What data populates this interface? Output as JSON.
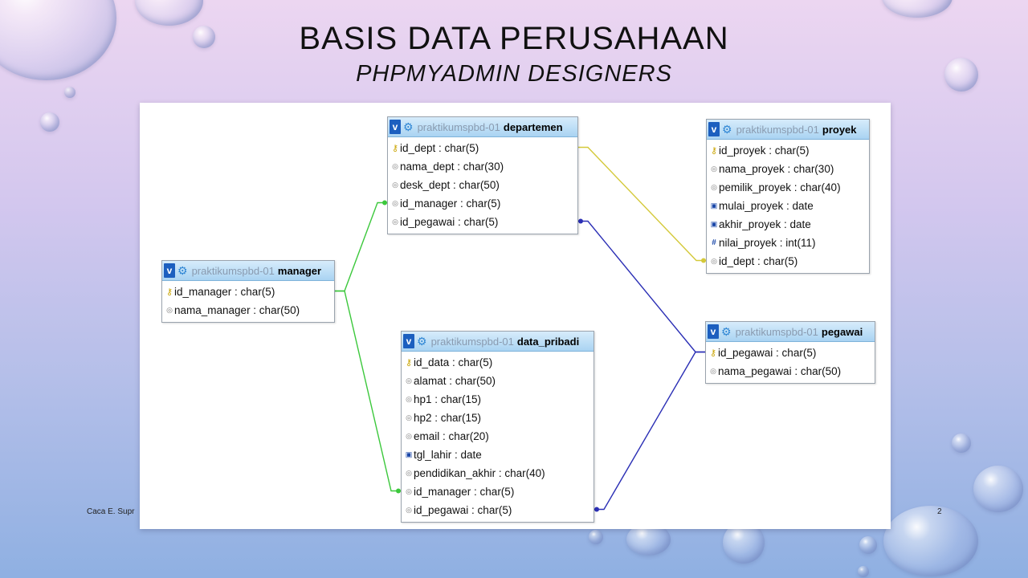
{
  "slide": {
    "title": "BASIS DATA PERUSAHAAN",
    "subtitle": "PHPMYADMIN DESIGNERS",
    "footer_author": "Caca E. Supr",
    "page_number": "2"
  },
  "designer": {
    "database": "praktikumspbd-01",
    "tables": [
      {
        "name": "departemen",
        "columns": [
          {
            "icon": "key-icon",
            "label": "id_dept : char(5)"
          },
          {
            "icon": "column-icon",
            "label": "nama_dept : char(30)"
          },
          {
            "icon": "column-icon",
            "label": "desk_dept : char(50)"
          },
          {
            "icon": "column-icon",
            "label": "id_manager : char(5)"
          },
          {
            "icon": "column-icon",
            "label": "id_pegawai : char(5)"
          }
        ]
      },
      {
        "name": "proyek",
        "columns": [
          {
            "icon": "key-icon",
            "label": "id_proyek : char(5)"
          },
          {
            "icon": "column-icon",
            "label": "nama_proyek : char(30)"
          },
          {
            "icon": "column-icon",
            "label": "pemilik_proyek : char(40)"
          },
          {
            "icon": "date-icon",
            "label": "mulai_proyek : date"
          },
          {
            "icon": "date-icon",
            "label": "akhir_proyek : date"
          },
          {
            "icon": "number-icon",
            "label": "nilai_proyek : int(11)"
          },
          {
            "icon": "column-icon",
            "label": "id_dept : char(5)"
          }
        ]
      },
      {
        "name": "manager",
        "columns": [
          {
            "icon": "key-icon",
            "label": "id_manager : char(5)"
          },
          {
            "icon": "column-icon",
            "label": "nama_manager : char(50)"
          }
        ]
      },
      {
        "name": "data_pribadi",
        "columns": [
          {
            "icon": "key-icon",
            "label": "id_data : char(5)"
          },
          {
            "icon": "column-icon",
            "label": "alamat : char(50)"
          },
          {
            "icon": "column-icon",
            "label": "hp1 : char(15)"
          },
          {
            "icon": "column-icon",
            "label": "hp2 : char(15)"
          },
          {
            "icon": "column-icon",
            "label": "email : char(20)"
          },
          {
            "icon": "date-icon",
            "label": "tgl_lahir : date"
          },
          {
            "icon": "column-icon",
            "label": "pendidikan_akhir : char(40)"
          },
          {
            "icon": "column-icon",
            "label": "id_manager : char(5)"
          },
          {
            "icon": "column-icon",
            "label": "id_pegawai : char(5)"
          }
        ]
      },
      {
        "name": "pegawai",
        "columns": [
          {
            "icon": "key-icon",
            "label": "id_pegawai : char(5)"
          },
          {
            "icon": "column-icon",
            "label": "nama_pegawai : char(50)"
          }
        ]
      }
    ],
    "relations": [
      {
        "from": "departemen.id_dept",
        "to": "proyek.id_dept",
        "color": "#d4c93a"
      },
      {
        "from": "manager.id_manager",
        "to": "departemen.id_manager",
        "color": "#3cc83c"
      },
      {
        "from": "manager.id_manager",
        "to": "data_pribadi.id_manager",
        "color": "#3cc83c"
      },
      {
        "from": "pegawai.id_pegawai",
        "to": "departemen.id_pegawai",
        "color": "#2b2fb5"
      },
      {
        "from": "pegawai.id_pegawai",
        "to": "data_pribadi.id_pegawai",
        "color": "#2b2fb5"
      }
    ]
  }
}
